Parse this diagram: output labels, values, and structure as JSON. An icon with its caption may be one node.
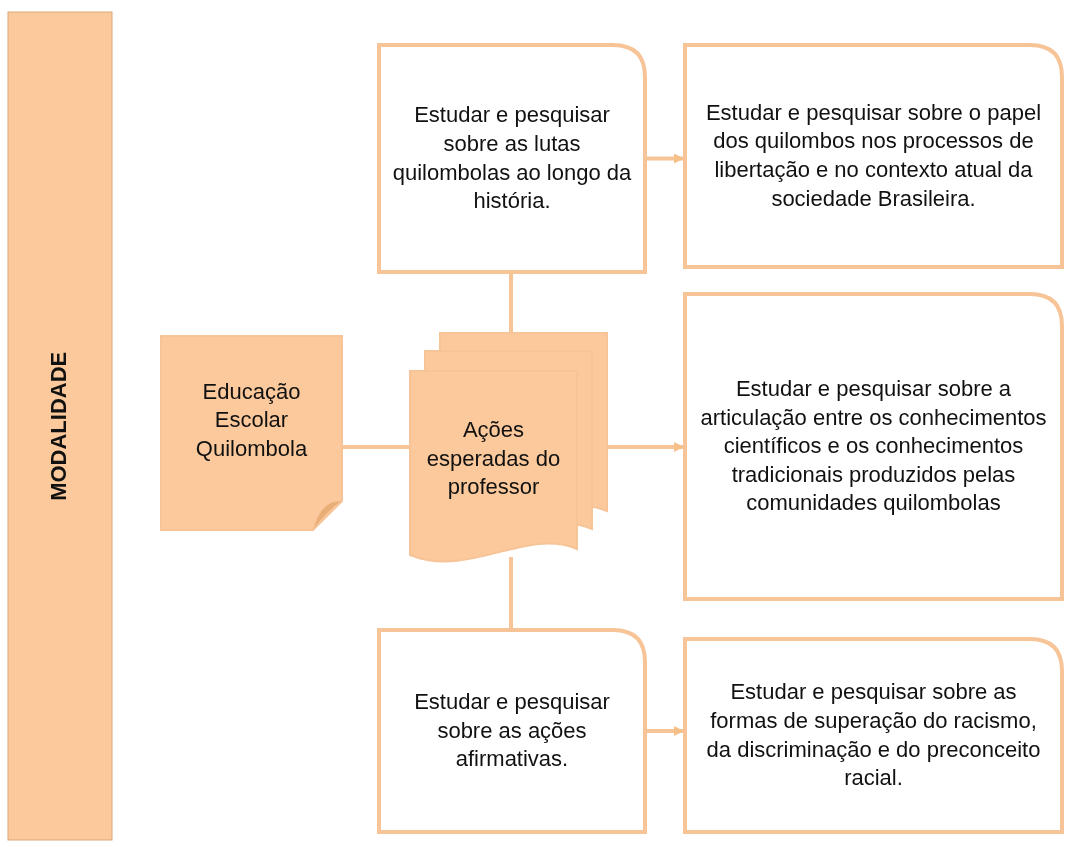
{
  "diagram": {
    "nodes": [
      {
        "text": [
          "MODALIDADE"
        ]
      },
      {
        "text": [
          "Educação Escolar Quilombola"
        ]
      },
      {
        "text": [
          "Ações esperadas do professor"
        ]
      },
      {
        "text": [
          "Estudar e pesquisar sobre as lutas quilombolas ao longo da história."
        ]
      },
      {
        "text": [
          "Estudar e pesquisar sobre o papel dos quilombos nos processos de libertação e no contexto atual da sociedade Brasileira."
        ]
      },
      {
        "text": [
          "Estudar e pesquisar sobre a articulação entre os conhecimentos científicos e os conhecimentos tradicionais produzidos pelas comunidades quilombolas"
        ]
      },
      {
        "text": [
          "Estudar e pesquisar sobre as ações afirmativas."
        ]
      },
      {
        "text": [
          "Estudar e pesquisar sobre as formas de superação do racismo, da discriminação e do preconceito racial."
        ]
      }
    ],
    "edges": [
      {
        "from": 1,
        "to": 2,
        "arrow": "none"
      },
      {
        "from": 2,
        "to": 3,
        "arrow": "none"
      },
      {
        "from": 2,
        "to": 5,
        "arrow": "to"
      },
      {
        "from": 2,
        "to": 6,
        "arrow": "none"
      },
      {
        "from": 3,
        "to": 4,
        "arrow": "to"
      },
      {
        "from": 6,
        "to": 7,
        "arrow": "to"
      }
    ]
  }
}
